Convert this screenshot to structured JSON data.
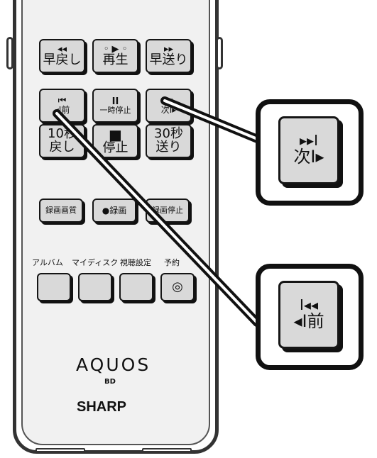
{
  "buttons": {
    "rewind": {
      "icon": "◂◂",
      "label": "早戻し"
    },
    "play": {
      "icon": "◦ ▶ ◦",
      "label": "再生"
    },
    "fast_forward": {
      "icon": "▸▸",
      "label": "早送り"
    },
    "skip_back": {
      "icon": "⏮",
      "label": "◂I前"
    },
    "pause": {
      "icon": "II",
      "label": "一時停止"
    },
    "skip_next": {
      "icon": "⏭",
      "label": "次I▸"
    },
    "replay_10": {
      "label_top": "10秒",
      "label_bottom": "戻し"
    },
    "stop": {
      "icon": "■",
      "label": "停止"
    },
    "skip_30": {
      "label_top": "30秒",
      "label_bottom": "送り"
    },
    "record_quality": {
      "label": "録画画質"
    },
    "record": {
      "label": "●録画"
    },
    "record_stop": {
      "label": "録画停止"
    },
    "album": {
      "label": "アルバム"
    },
    "my_disc": {
      "label": "マイディスク"
    },
    "view_settings": {
      "label": "視聴設定"
    },
    "reservation": {
      "label": "予約",
      "icon": "◎"
    }
  },
  "brand": {
    "product": "AQUOS",
    "sub": "BD",
    "maker": "SHARP"
  },
  "callouts": {
    "next": {
      "icon": "▸▸I",
      "label": "次I▸"
    },
    "prev": {
      "icon": "I◂◂",
      "label": "◂I前"
    }
  },
  "colors": {
    "button_fill": "#d9d9d9",
    "remote_fill": "#f1f1f1",
    "outline": "#111111"
  }
}
